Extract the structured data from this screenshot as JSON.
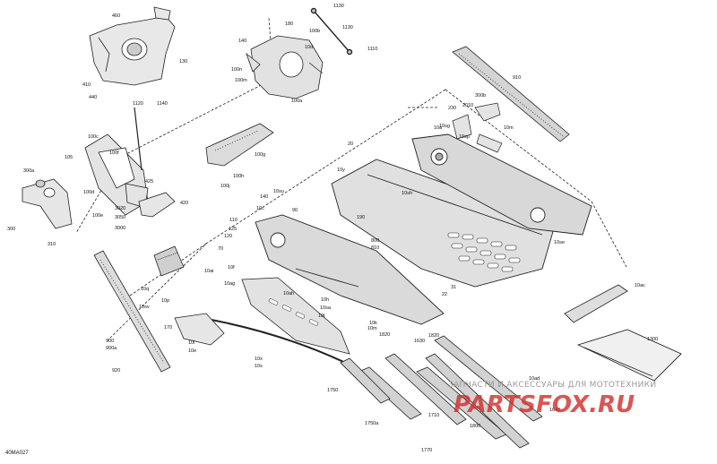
{
  "figure_code": "40MA027",
  "watermark": {
    "caption": "ЗАПЧАСТИ И АКСЕССУАРЫ ДЛЯ МОТОТЕХНИКИ",
    "brand": "PARTSFOX.RU",
    "brand_color": "#d32b2b"
  },
  "callouts": [
    "460",
    "180",
    "140",
    "1130",
    "100b",
    "1130",
    "1110",
    "410",
    "440",
    "10d",
    "100n",
    "100m",
    "100a",
    "130",
    "910",
    "300b",
    "2010",
    "230",
    "1120",
    "1140",
    "100c",
    "100f",
    "10a",
    "10m",
    "100g",
    "20",
    "105",
    "10y",
    "300a",
    "425",
    "100d",
    "100h",
    "100j",
    "10sh",
    "100e",
    "3020",
    "3050",
    "3000",
    "420",
    "10c",
    "140",
    "10su",
    "90",
    "300",
    "310",
    "110",
    "125",
    "120",
    "70",
    "10f",
    "31",
    "800",
    "810",
    "190",
    "10se",
    "10sg",
    "10sp",
    "10ac",
    "10ai",
    "10ag",
    "10sv",
    "10p",
    "10ah",
    "10h",
    "10sa",
    "10t",
    "10i",
    "10x",
    "10k",
    "1820",
    "10m",
    "10s",
    "170",
    "10e",
    "900",
    "900a",
    "1300",
    "1630",
    "1750",
    "1750a",
    "1710",
    "1820",
    "920",
    "1640",
    "1800",
    "1770",
    "10q",
    "10ad",
    "22"
  ]
}
